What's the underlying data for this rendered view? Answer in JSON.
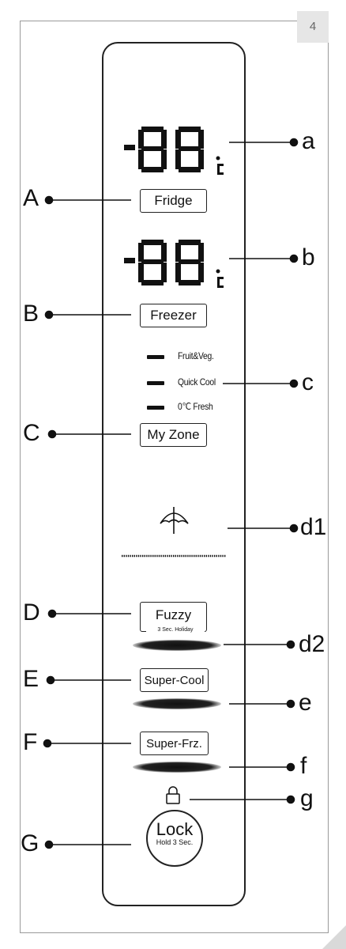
{
  "page_number": "4",
  "display": {
    "fridge_temp": "-88",
    "freezer_temp": "-88",
    "unit": "°c"
  },
  "buttons": {
    "fridge": "Fridge",
    "freezer": "Freezer",
    "my_zone": "My Zone",
    "fuzzy": "Fuzzy",
    "fuzzy_sub": "3 Sec. Holiday",
    "super_cool": "Super-Cool",
    "super_frz": "Super-Frz.",
    "lock": "Lock",
    "lock_sub": "Hold 3 Sec."
  },
  "my_zone_modes": [
    "Fruit&Veg.",
    "Quick Cool",
    "0℃ Fresh"
  ],
  "callouts_left": [
    "A",
    "B",
    "C",
    "D",
    "E",
    "F",
    "G"
  ],
  "callouts_right": [
    "a",
    "b",
    "c",
    "d1",
    "d2",
    "e",
    "f",
    "g"
  ],
  "icons": {
    "holiday": "umbrella-icon",
    "lock": "padlock-icon"
  }
}
